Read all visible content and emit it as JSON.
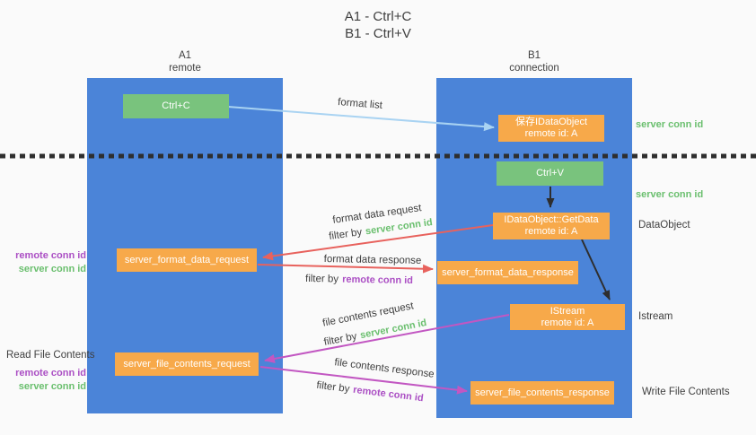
{
  "title": {
    "line1": "A1 - Ctrl+C",
    "line2": "B1 - Ctrl+V"
  },
  "colors": {
    "blue": "#4b84d8",
    "green": "#79c37d",
    "orange": "#f7a94a",
    "arrow_blue": "#a9d3f2",
    "arrow_red": "#e8625d",
    "arrow_magenta": "#c257c2",
    "arrow_black": "#2e2e2e",
    "text_green": "#6abf6e",
    "text_purple": "#ab4fc4",
    "text_dark": "#3f3f3f",
    "bg": "#fafafa"
  },
  "lifelines": {
    "a1": {
      "line1": "A1",
      "line2": "remote"
    },
    "b1": {
      "line1": "B1",
      "line2": "connection"
    }
  },
  "nodes": {
    "ctrl_c": "Ctrl+C",
    "ctrl_v": "Ctrl+V",
    "save_obj": {
      "l1": "保存IDataObject",
      "l2": "remote id: A"
    },
    "getdata": {
      "l1": "IDataObject::GetData",
      "l2": "remote id: A"
    },
    "istream": {
      "l1": "IStream",
      "l2": "remote id: A"
    },
    "format_request": "server_format_data_request",
    "format_response": "server_format_data_response",
    "file_request": "server_file_contents_request",
    "file_response": "server_file_contents_response"
  },
  "labels": {
    "format_list": "format list",
    "format_data_request": "format data request",
    "format_data_response": "format data response",
    "file_contents_request": "file contents request",
    "file_contents_response": "file contents response",
    "filter_by": "filter by"
  },
  "keys": {
    "server_conn_id": "server conn id",
    "remote_conn_id": "remote conn id"
  },
  "side": {
    "dataobject": "DataObject",
    "istream": "Istream",
    "read_file": "Read File Contents",
    "write_file": "Write File Contents"
  }
}
